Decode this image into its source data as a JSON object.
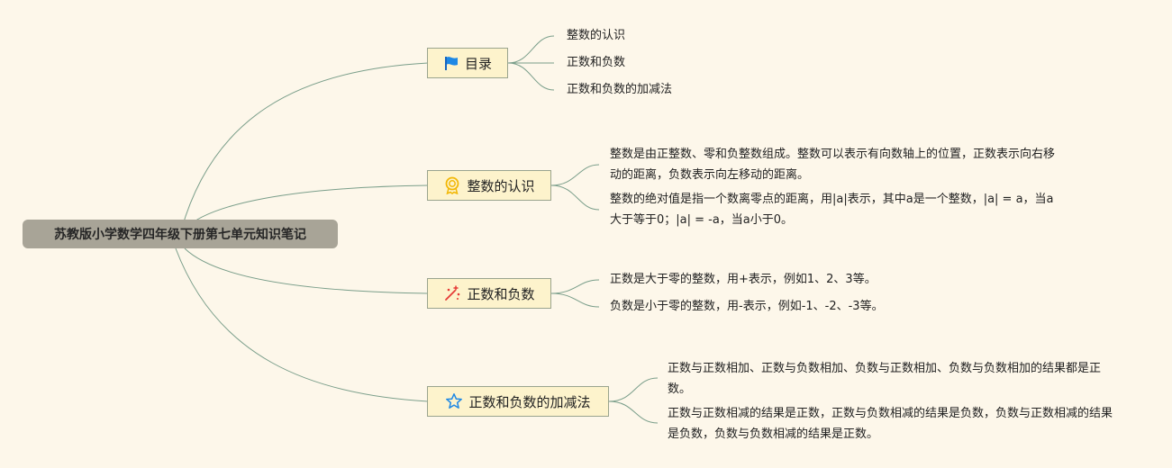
{
  "root": {
    "title": "苏教版小学数学四年级下册第七单元知识笔记"
  },
  "branches": [
    {
      "id": "toc",
      "label": "目录",
      "icon": "flag-icon",
      "items": [
        "整数的认识",
        "正数和负数",
        "正数和负数的加减法"
      ]
    },
    {
      "id": "integers",
      "label": "整数的认识",
      "icon": "medal-icon",
      "items": [
        "整数是由正整数、零和负整数组成。整数可以表示有向数轴上的位置，正数表示向右移动的距离，负数表示向左移动的距离。",
        "整数的绝对值是指一个数离零点的距离，用|a|表示，其中a是一个整数，|a| = a，当a大于等于0；|a| = -a，当a小于0。"
      ]
    },
    {
      "id": "pos-neg",
      "label": "正数和负数",
      "icon": "sparkle-icon",
      "items": [
        "正数是大于零的整数，用+表示，例如1、2、3等。",
        "负数是小于零的整数，用-表示，例如-1、-2、-3等。"
      ]
    },
    {
      "id": "add-sub",
      "label": "正数和负数的加减法",
      "icon": "star-icon",
      "items": [
        "正数与正数相加、正数与负数相加、负数与正数相加、负数与负数相加的结果都是正数。",
        "正数与正数相减的结果是正数，正数与负数相减的结果是负数，负数与正数相减的结果是负数，负数与负数相减的结果是正数。"
      ]
    }
  ],
  "colors": {
    "background": "#fdf7ea",
    "root_fill": "#a8a497",
    "branch_fill": "#fdf3cc",
    "branch_border": "#9aa48e",
    "connector": "#7a9e8a",
    "flag": "#1e88e5",
    "medal": "#f2b705",
    "sparkle": "#e53935",
    "star": "#1e88e5"
  }
}
